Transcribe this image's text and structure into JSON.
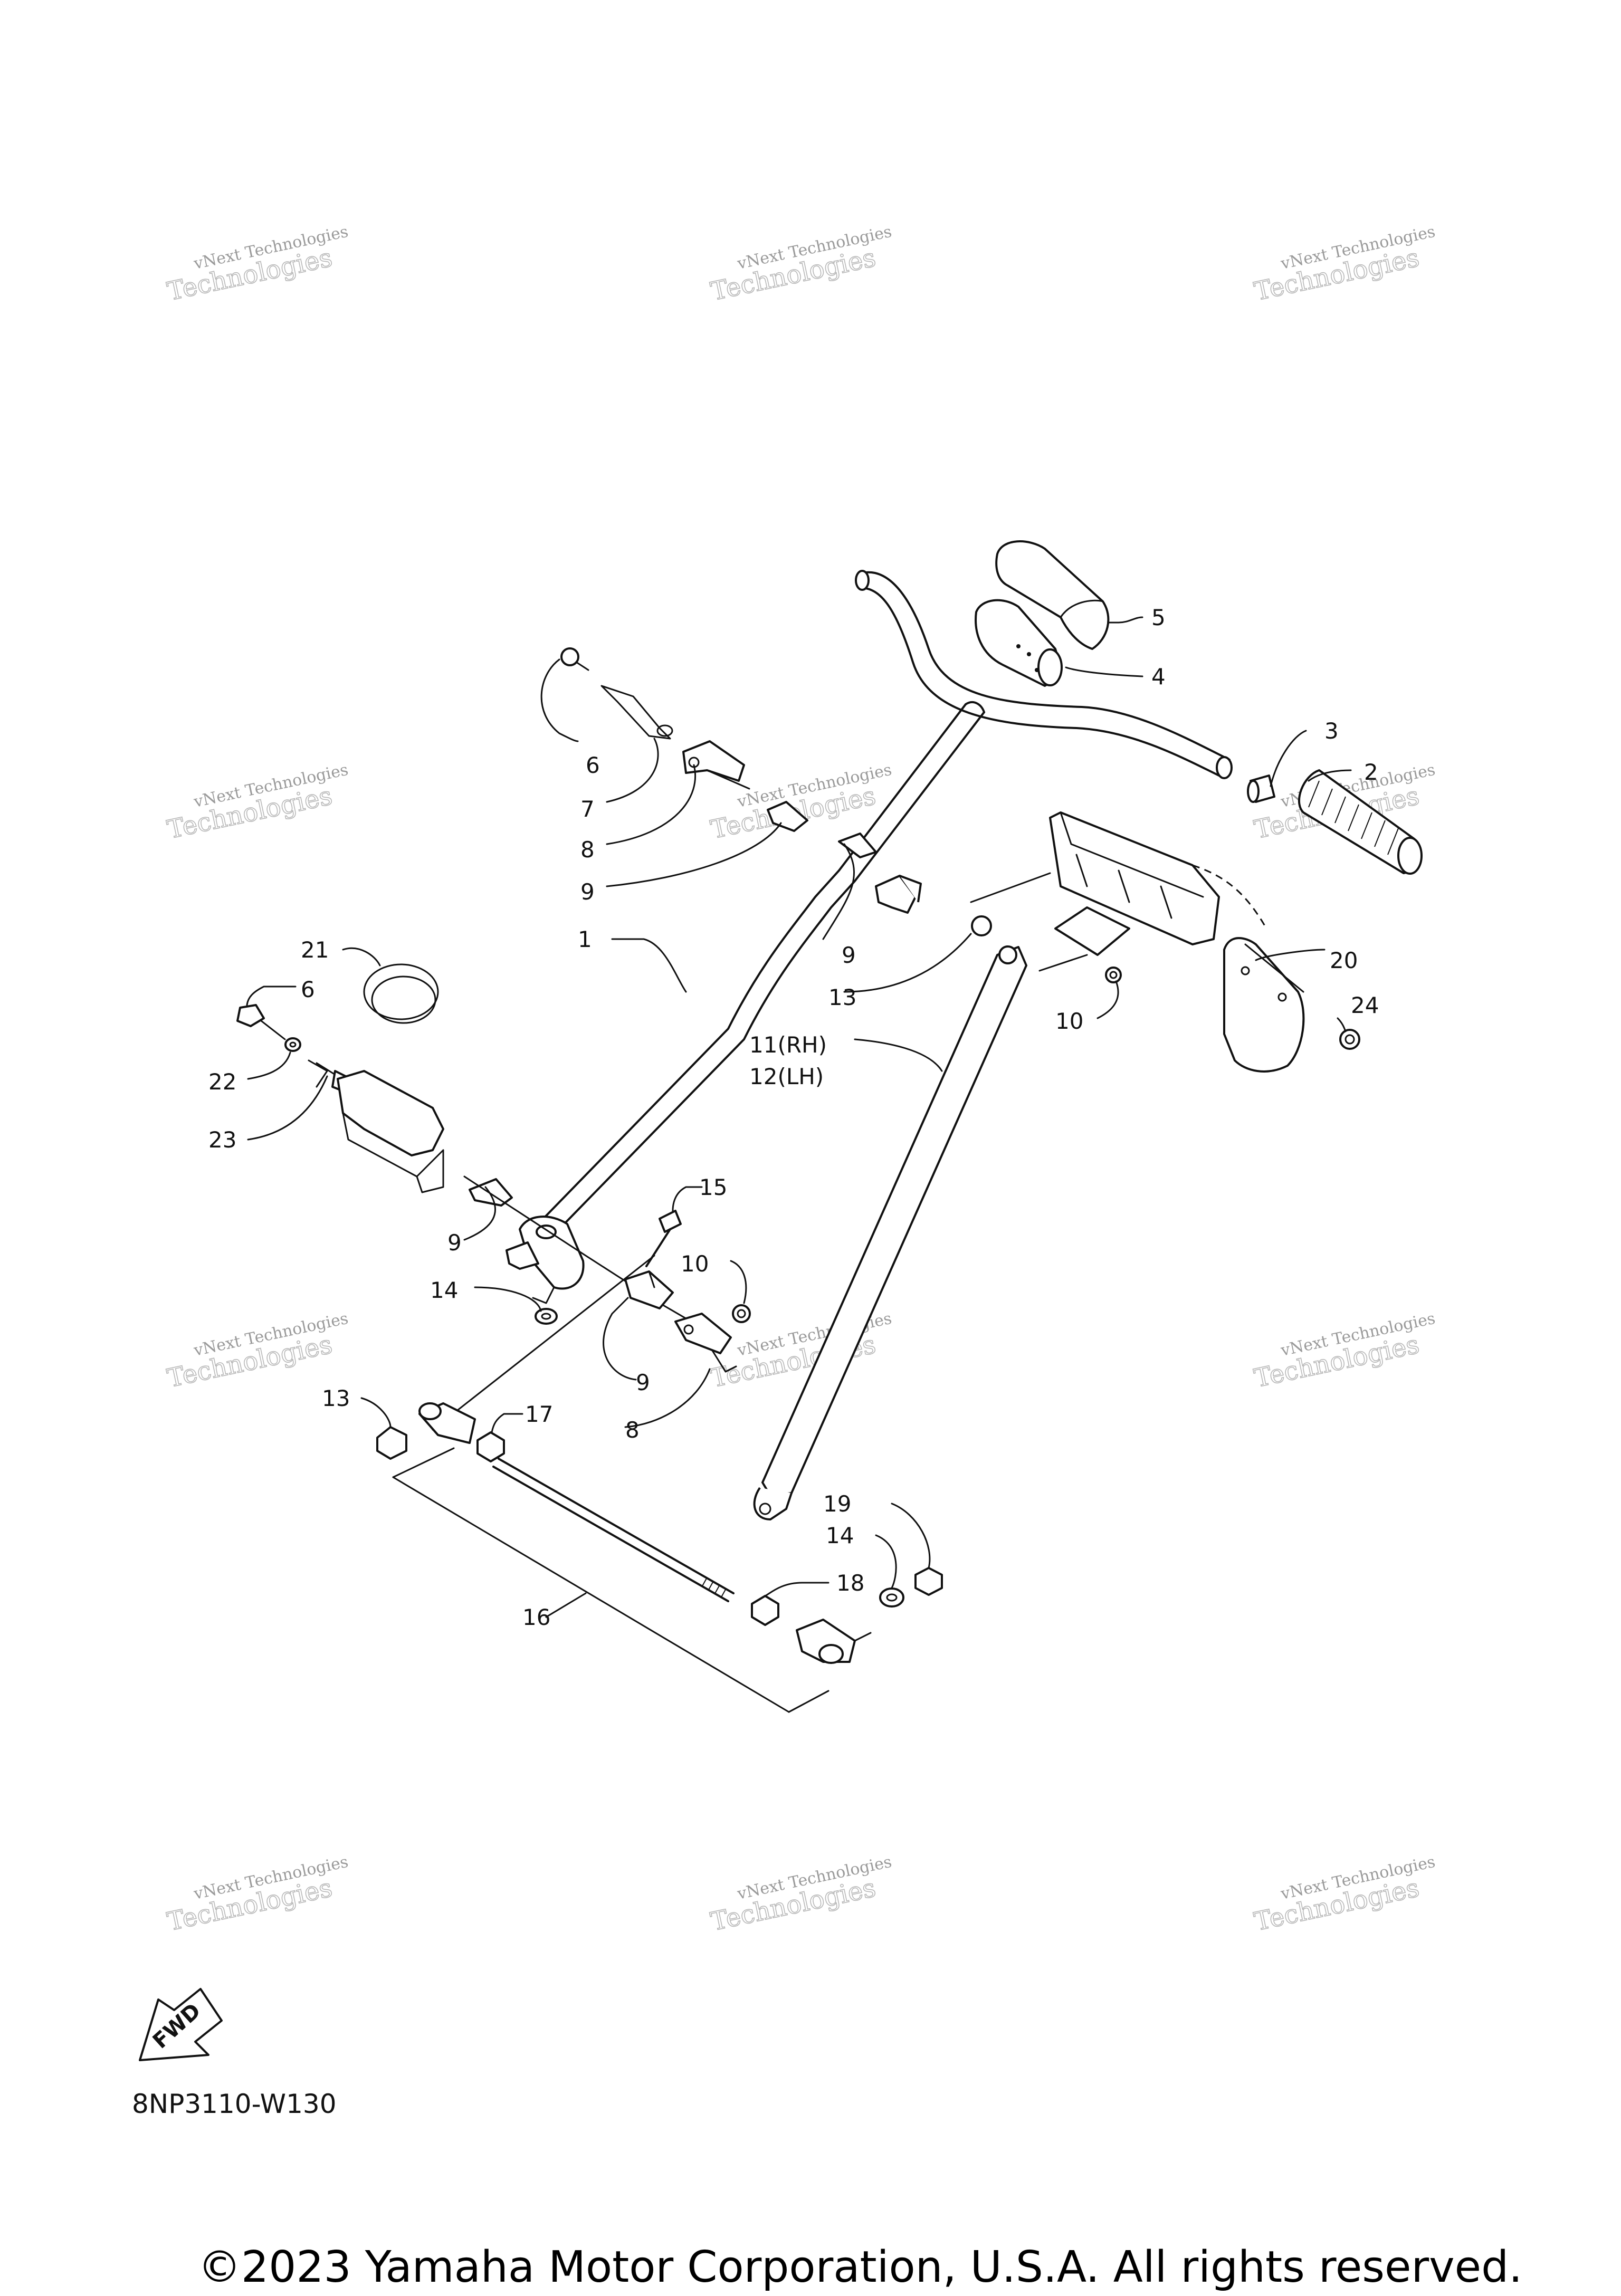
{
  "watermark": {
    "line1": "vNext Technologies",
    "line2": "Technologies"
  },
  "callouts": {
    "p1": "1",
    "p2": "2",
    "p3": "3",
    "p4": "4",
    "p5": "5",
    "p6a": "6",
    "p6b": "6",
    "p7": "7",
    "p8a": "8",
    "p8b": "8",
    "p9a": "9",
    "p9b": "9",
    "p9c": "9",
    "p9d": "9",
    "p10a": "10",
    "p10b": "10",
    "p11": "11(RH)",
    "p12": "12(LH)",
    "p13a": "13",
    "p13b": "13",
    "p14a": "14",
    "p14b": "14",
    "p15": "15",
    "p16": "16",
    "p17": "17",
    "p18": "18",
    "p19": "19",
    "p20": "20",
    "p21": "21",
    "p22": "22",
    "p23": "23",
    "p24": "24"
  },
  "fwd_label": "FWD",
  "diagram_code": "8NP3110-W130",
  "copyright": "©2023 Yamaha Motor Corporation, U.S.A. All rights reserved."
}
